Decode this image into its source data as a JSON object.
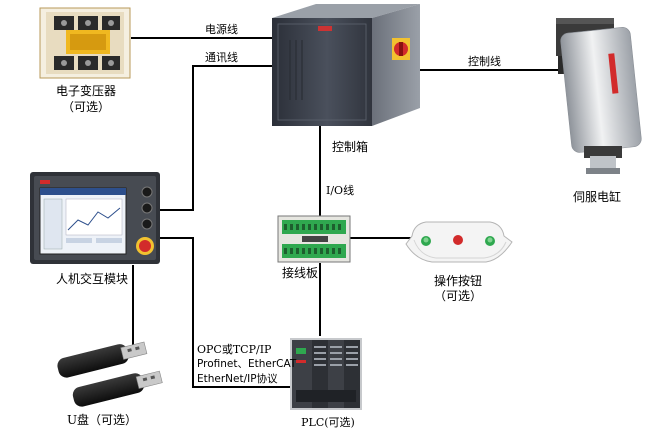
{
  "colors": {
    "line": "#000000",
    "device_dark": "#3a3f4a",
    "accent_red": "#d22b2b",
    "accent_yellow": "#f2c230",
    "accent_green": "#2fa84f"
  },
  "devices": {
    "transformer": {
      "icon": "transformer-icon",
      "label": "电子变压器",
      "note": "（可选）"
    },
    "control_box": {
      "icon": "control-box-icon",
      "label": "控制箱"
    },
    "servo": {
      "icon": "servo-cylinder-icon",
      "label": "伺服电缸"
    },
    "hmi": {
      "icon": "hmi-panel-icon",
      "label": "人机交互模块"
    },
    "terminal": {
      "icon": "terminal-board-icon",
      "label": "接线板"
    },
    "buttons": {
      "icon": "operation-buttons-icon",
      "label": "操作按钮",
      "note": "（可选）"
    },
    "usb": {
      "icon": "usb-drive-icon",
      "label": "U盘（可选）"
    },
    "plc": {
      "icon": "plc-icon",
      "label": "PLC(可选)"
    }
  },
  "links": {
    "power": "电源线",
    "comm": "通讯线",
    "control": "控制线",
    "io": "I/O线",
    "protocols": [
      "OPC或TCP/IP",
      "Profinet、EtherCAT",
      "EtherNet/IP协议"
    ]
  }
}
